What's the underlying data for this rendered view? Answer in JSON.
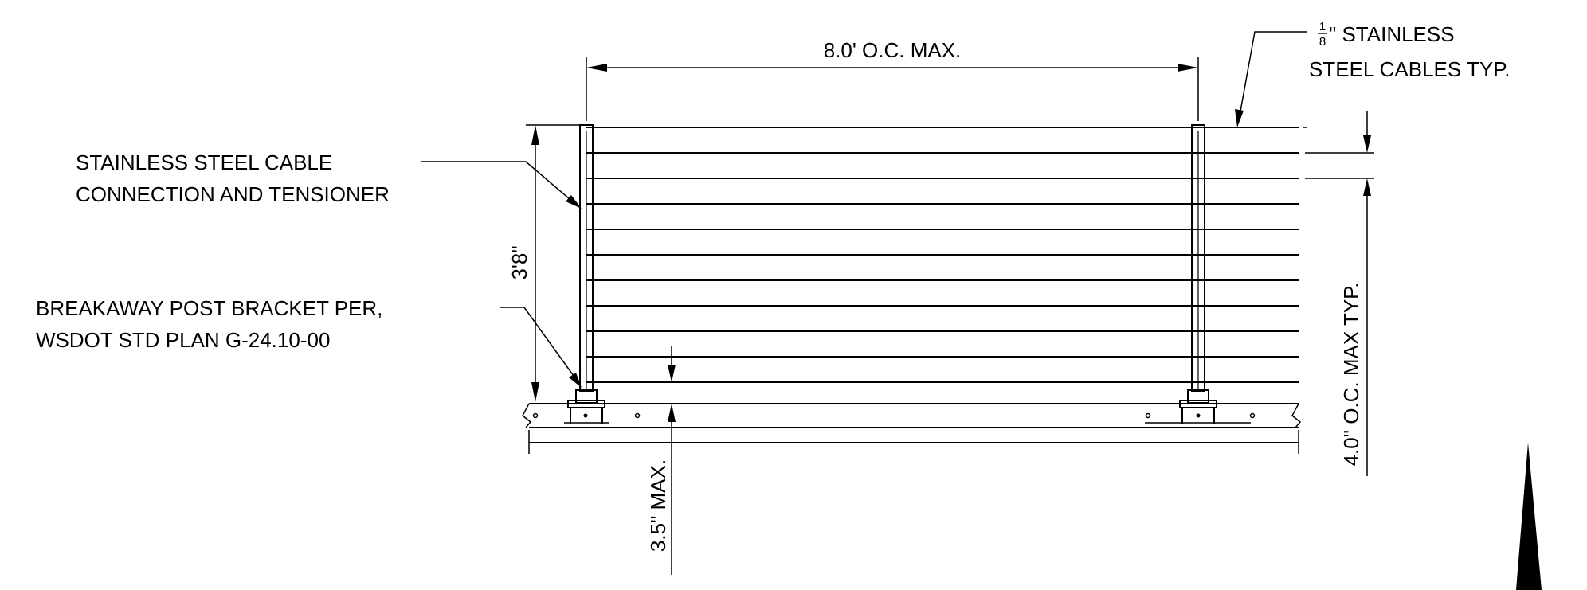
{
  "labels": {
    "spacing_top": "8.0' O.C. MAX.",
    "cable_note_frac_num": "1",
    "cable_note_frac_den": "8",
    "cable_note_line1_rest": "\" STAINLESS",
    "cable_note_line2": "STEEL CABLES TYP.",
    "tensioner_line1": "STAINLESS STEEL CABLE",
    "tensioner_line2": "CONNECTION AND TENSIONER",
    "bracket_line1": "BREAKAWAY POST BRACKET PER,",
    "bracket_line2": "WSDOT STD PLAN G-24.10-00",
    "height_dim": "3'8\"",
    "bottom_gap_dim": "3.5\" MAX.",
    "cable_spacing_dim": "4.0\" O.C. MAX TYP."
  },
  "cable_count": 11
}
